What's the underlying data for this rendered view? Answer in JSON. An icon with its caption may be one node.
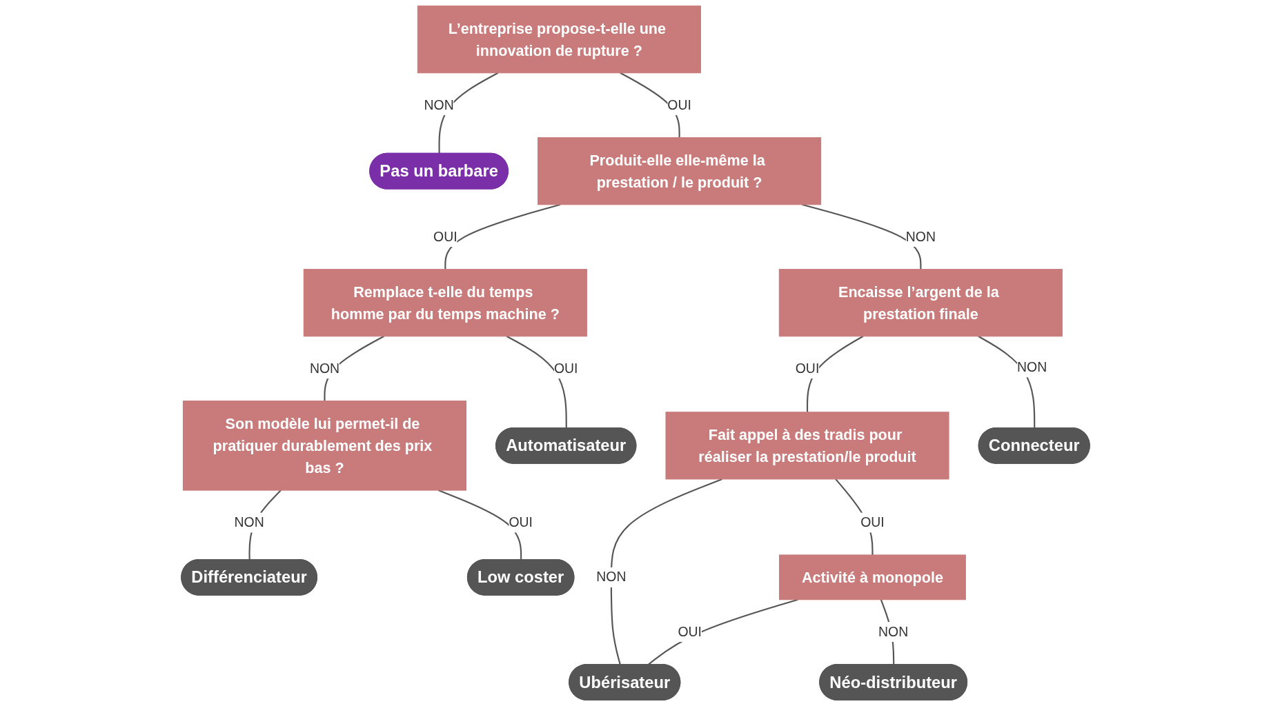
{
  "diagram": {
    "nodes": [
      {
        "text": [
          "L’entreprise propose-t-elle une innovation de rupture ?"
        ]
      },
      {
        "text": [
          "Pas un barbare"
        ]
      },
      {
        "text": [
          "Produit-elle elle-même la prestation / le produit ?"
        ]
      },
      {
        "text": [
          "Remplace t-elle du temps homme par du temps machine ?"
        ]
      },
      {
        "text": [
          "Encaisse l’argent de la prestation finale"
        ]
      },
      {
        "text": [
          "Son modèle lui permet-il de pratiquer durablement des prix bas ?"
        ]
      },
      {
        "text": [
          "Fait appel à des tradis pour réaliser la prestation/le produit"
        ]
      },
      {
        "text": [
          "Activité à monopole"
        ]
      },
      {
        "text": [
          "Différenciateur"
        ]
      },
      {
        "text": [
          "Low coster"
        ]
      },
      {
        "text": [
          "Automatisateur"
        ]
      },
      {
        "text": [
          "Ubérisateur"
        ]
      },
      {
        "text": [
          "Néo-distributeur"
        ]
      },
      {
        "text": [
          "Connecteur"
        ]
      }
    ],
    "edges": [
      {
        "from": 0,
        "to": 1,
        "arrow": "none",
        "label": "NON"
      },
      {
        "from": 0,
        "to": 2,
        "arrow": "none",
        "label": "OUI"
      },
      {
        "from": 2,
        "to": 3,
        "arrow": "none",
        "label": "OUI"
      },
      {
        "from": 2,
        "to": 4,
        "arrow": "none",
        "label": "NON"
      },
      {
        "from": 3,
        "to": 5,
        "arrow": "none",
        "label": "NON"
      },
      {
        "from": 3,
        "to": 10,
        "arrow": "none",
        "label": "OUI"
      },
      {
        "from": 5,
        "to": 8,
        "arrow": "none",
        "label": "NON"
      },
      {
        "from": 5,
        "to": 9,
        "arrow": "none",
        "label": "OUI"
      },
      {
        "from": 4,
        "to": 6,
        "arrow": "none",
        "label": "OUI"
      },
      {
        "from": 4,
        "to": 13,
        "arrow": "none",
        "label": "NON"
      },
      {
        "from": 6,
        "to": 11,
        "arrow": "none",
        "label": "NON"
      },
      {
        "from": 6,
        "to": 7,
        "arrow": "none",
        "label": "OUI"
      },
      {
        "from": 7,
        "to": 11,
        "arrow": "none",
        "label": "OUI"
      },
      {
        "from": 7,
        "to": 12,
        "arrow": "none",
        "label": "NON"
      }
    ]
  }
}
